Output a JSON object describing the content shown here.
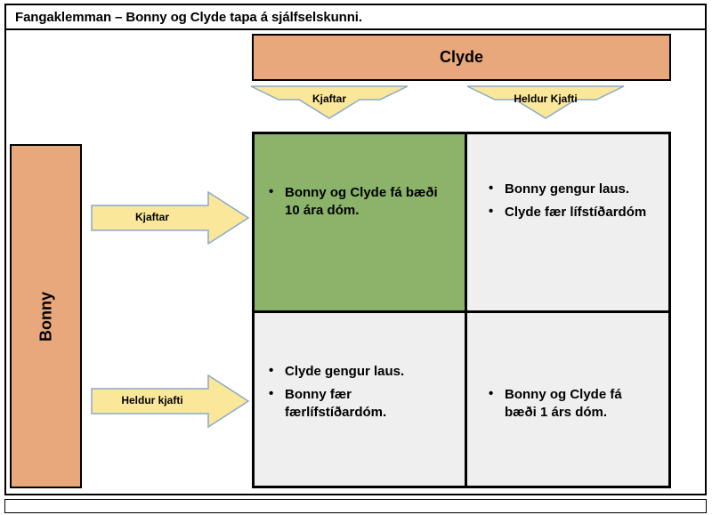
{
  "title": "Fangaklemman – Bonny og Clyde tapa á sjálfselskunni.",
  "colors": {
    "player_bar": "#e8a87c",
    "arrow_fill": "#fbe79a",
    "arrow_stroke": "#8aa9c8",
    "highlight_cell": "#8cb36a",
    "plain_cell": "#efefef",
    "border": "#000000"
  },
  "players": {
    "column_player": "Clyde",
    "row_player": "Bonny"
  },
  "column_strategies": [
    {
      "label": "Kjaftar",
      "icon": "arrow-down-icon"
    },
    {
      "label": "Heldur Kjafti",
      "icon": "arrow-down-icon"
    }
  ],
  "row_strategies": [
    {
      "label": "Kjaftar",
      "icon": "arrow-right-icon"
    },
    {
      "label": "Heldur kjafti",
      "icon": "arrow-right-icon"
    }
  ],
  "matrix": {
    "cells": [
      {
        "id": "kjaftar-kjaftar",
        "highlight": true,
        "lines": [
          "Bonny og Clyde fá bæði 10 ára dóm."
        ]
      },
      {
        "id": "kjaftar-heldur",
        "highlight": false,
        "lines": [
          "Bonny gengur laus.",
          "Clyde fær lífstíðardóm"
        ]
      },
      {
        "id": "heldur-kjaftar",
        "highlight": false,
        "lines": [
          "Clyde gengur laus.",
          "Bonny fær færlífstíðardóm."
        ]
      },
      {
        "id": "heldur-heldur",
        "highlight": false,
        "lines": [
          "Bonny og Clyde fá bæði 1 árs dóm."
        ]
      }
    ]
  }
}
